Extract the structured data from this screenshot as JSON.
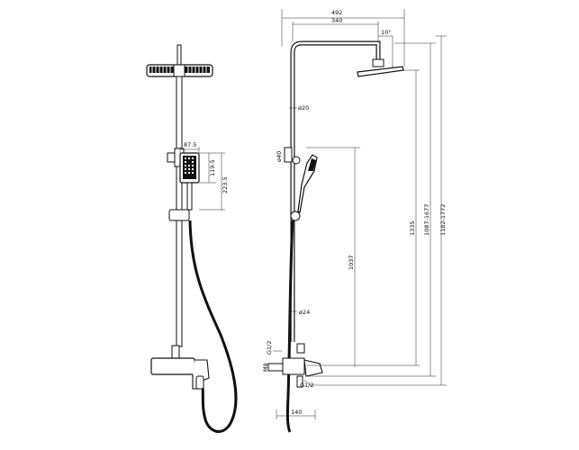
{
  "front_view": {
    "dims": {
      "d_87_5": "87.5",
      "d_119_5": "119.5",
      "d_223_5": "223.5"
    }
  },
  "side_view": {
    "dims": {
      "d_492": "492",
      "d_340": "340",
      "d_10deg": "10°",
      "d_dia20": "ø20",
      "d_dia40": "ø40",
      "d_1037": "1037",
      "d_1335": "1335",
      "d_1087_1677": "1087-1677",
      "d_1182_1772": "1182-1772",
      "d_dia24": "ø24",
      "d_g12_top": "G1/2",
      "d_m8": "M8",
      "d_g12_bottom": "G1/2",
      "d_140": "140"
    }
  }
}
